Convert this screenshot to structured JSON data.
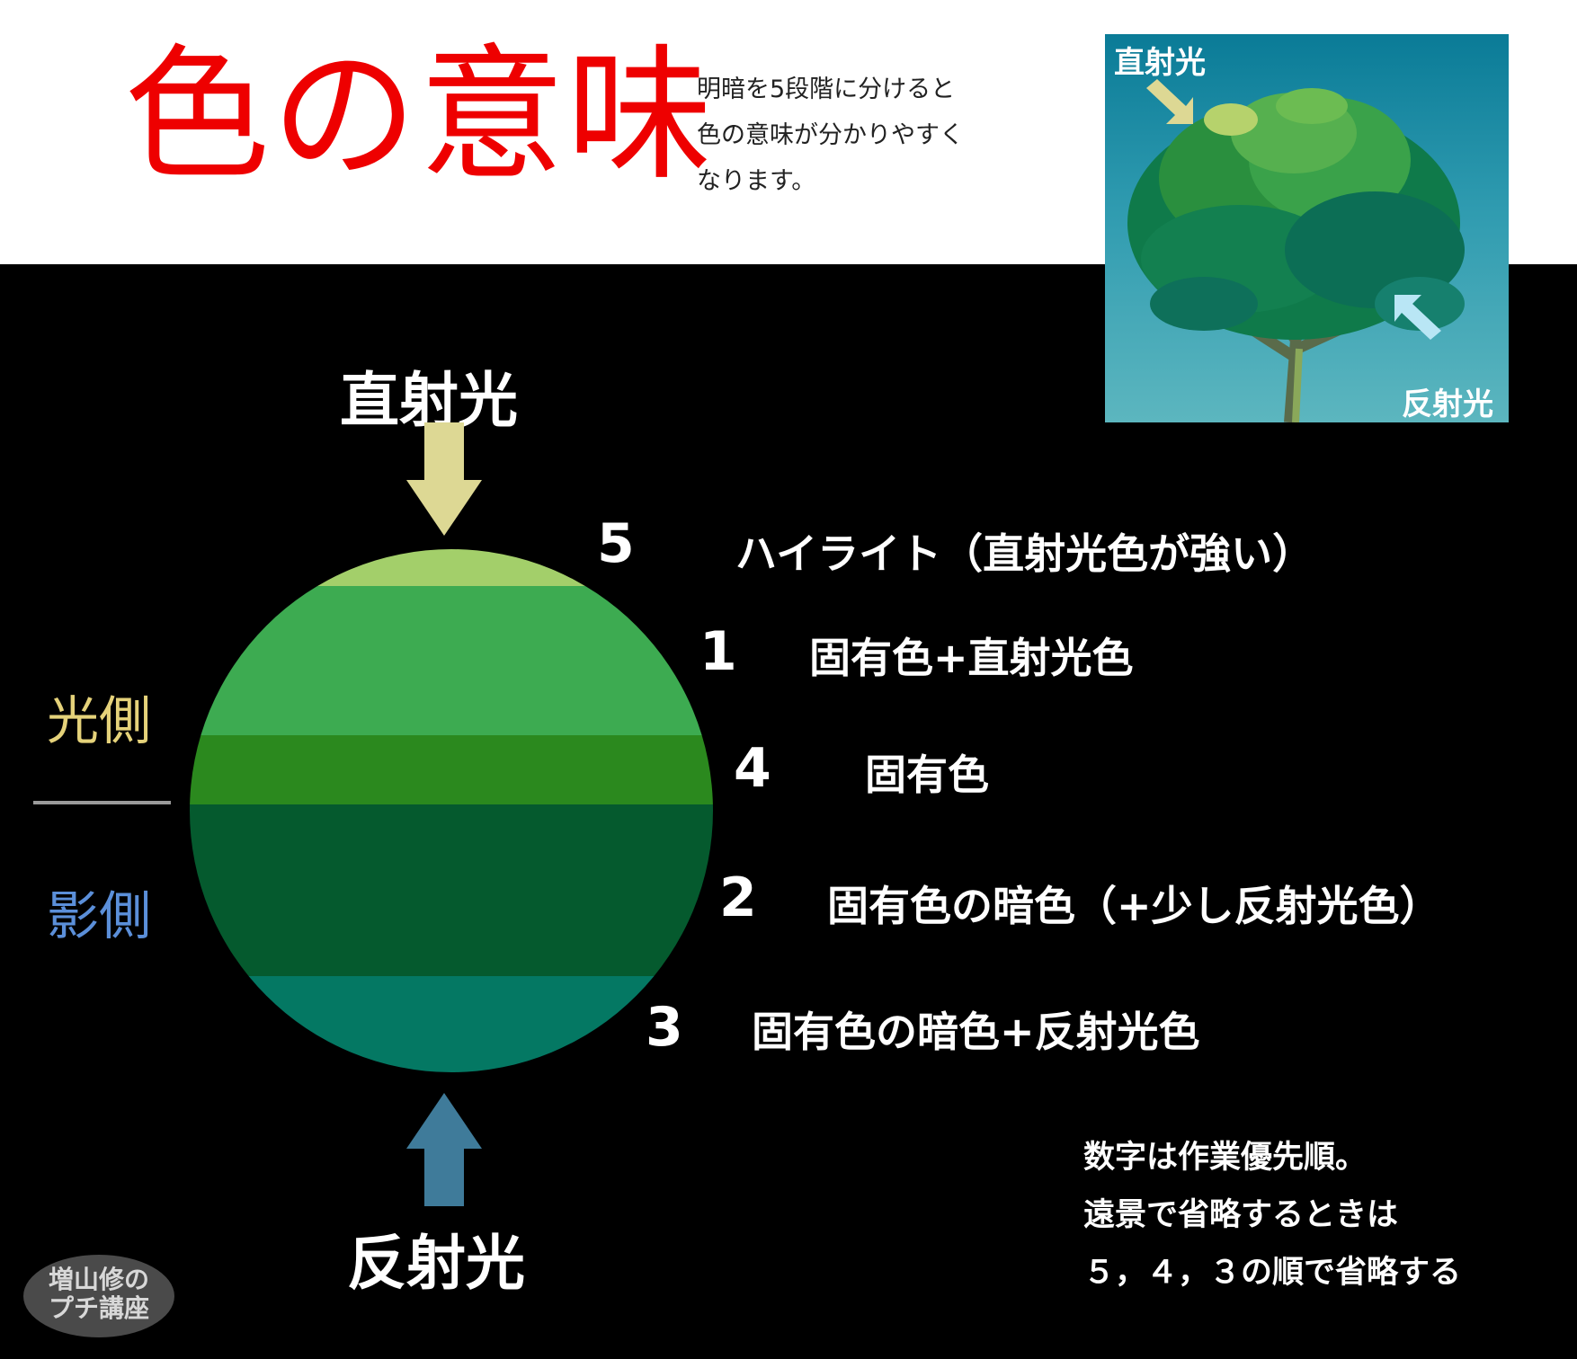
{
  "header": {
    "title": "色の意味",
    "intro_lines": [
      "明暗を5段階に分けると",
      "色の意味が分かりやすく",
      "なります。"
    ]
  },
  "tree_illustration": {
    "label_direct": "直射光",
    "label_reflect": "反射光"
  },
  "diagram": {
    "label_direct": "直射光",
    "label_reflect": "反射光",
    "side_light": "光側",
    "side_shadow": "影側",
    "steps": [
      {
        "number": "5",
        "text": "ハイライト（直射光色が強い）",
        "color": "#a3cf6a"
      },
      {
        "number": "1",
        "text": "固有色+直射光色",
        "color": "#3dab51"
      },
      {
        "number": "4",
        "text": "固有色",
        "color": "#2b891e"
      },
      {
        "number": "2",
        "text": "固有色の暗色（+少し反射光色）",
        "color": "#055a2e"
      },
      {
        "number": "3",
        "text": "固有色の暗色+反射光色",
        "color": "#047863"
      }
    ],
    "colors": {
      "arrow_direct": "#ddd894",
      "arrow_reflect": "#3f7b9a",
      "side_light": "#e5d27a",
      "side_shadow": "#5b8fd9"
    }
  },
  "note": {
    "lines": [
      "数字は作業優先順。",
      "遠景で省略するときは",
      "５，４，３の順で省略する"
    ]
  },
  "badge": {
    "lines": [
      "増山修の",
      "プチ講座"
    ]
  }
}
